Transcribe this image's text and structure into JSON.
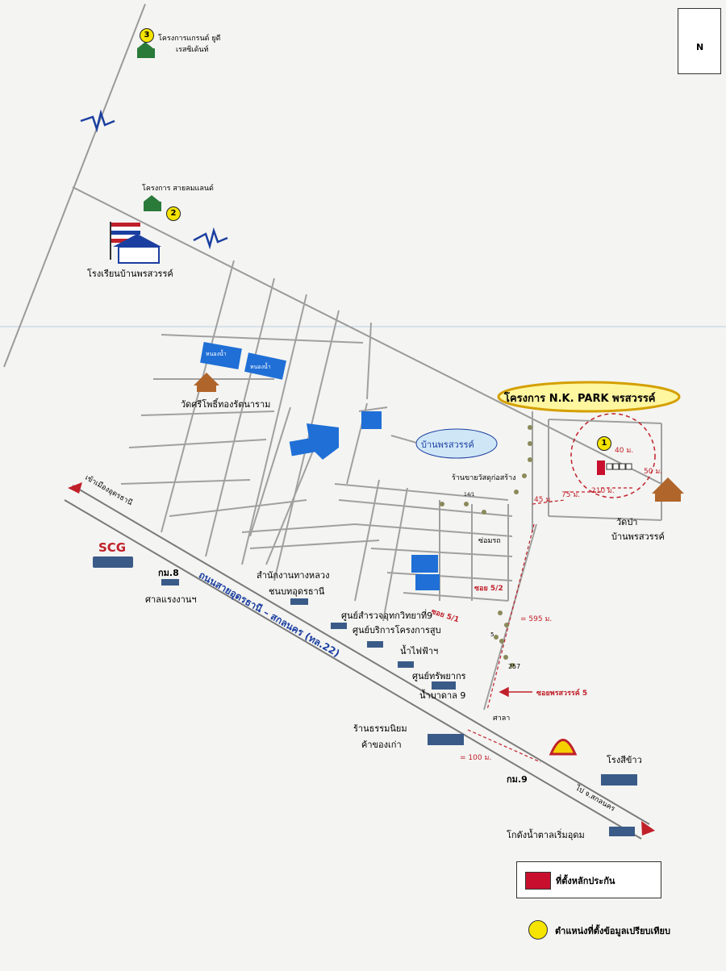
{
  "compass": {
    "north_label": "N"
  },
  "project_title": "โครงการ N.K. PARK พรสวรรค์",
  "village_name": "บ้านพรสวรรค์",
  "comparables": [
    {
      "num": "1"
    },
    {
      "num": "2",
      "name": "โครงการ สายลมแลนด์"
    },
    {
      "num": "3",
      "name_line1": "โครงการแกรนด์ ยูดี",
      "name_line2": "เรสซิเด้นท์"
    }
  ],
  "places": {
    "school": "โรงเรียนบ้านพรสวรรค์",
    "temple_north": "วัดศรีโพธิ์ทองรัตนาราม",
    "temple_east_line1": "วัดป่า",
    "temple_east_line2": "บ้านพรสวรรค์",
    "material_shop": "ร้านขายวัสดุก่อสร้าง",
    "soi_chomrung": "ซ่อมรถ",
    "scg": "SCG",
    "km8": "กม.8",
    "labor_court": "ศาลแรงงานฯ",
    "highway_office_line1": "สำนักงานทางหลวง",
    "highway_office_line2": "ชนบทอุดรธานี",
    "science_center": "ศูนย์สำรวจอุทกวิทยาที่9",
    "project_center": "ศูนย์บริการโครงการสูบ",
    "electricity": "น้ำไฟฟ้าฯ",
    "resource_center": "ศูนย์ทรัพยากร",
    "water_9": "น้ำบาดาล 9",
    "sala": "ศาลา",
    "antique_shop_line1": "ร้านธรรมนิยม",
    "antique_shop_line2": "ค้าของเก่า",
    "km9": "กม.9",
    "rice_mill": "โรงสีข้าว",
    "sugar_warehouse": "โกดังน้ำตาลเริ่มอุดม",
    "to_udon": "เข้าเมืองอุดรธานี",
    "to_sakon": "ไป จ.สกลนคร",
    "main_road": "ถนนสายอุดรธานี – สกลนคร (ทล.22)",
    "soi_pornsawan5": "ซอยพรสวรรค์ 5",
    "soi_52": "ซอย 5/2",
    "soi_51": "ซอย 5/1",
    "pond": "หนองน้ำ"
  },
  "distances": {
    "d40": "40 ม.",
    "d50": "50 ม.",
    "d75": "75 ม.",
    "d210": "210 ม.",
    "d45": "45 ม.",
    "d595": "= 595 ม.",
    "d100": "= 100 ม."
  },
  "small_numbers": {
    "n257": "257",
    "n5": "5",
    "n14": "14/1"
  },
  "legend": {
    "collateral": "ที่ตั้งหลักประกัน",
    "comparable": "ตำแหน่งที่ตั้งข้อมูลเปรียบเทียบ"
  },
  "colors": {
    "collateral_red": "#c8102e",
    "comparable_yellow": "#f5e400",
    "pond_blue": "#1f6fd6",
    "road_gray": "#9a9a9a",
    "distance_red": "#c0202a",
    "village_oval": "#cfe6f7"
  }
}
